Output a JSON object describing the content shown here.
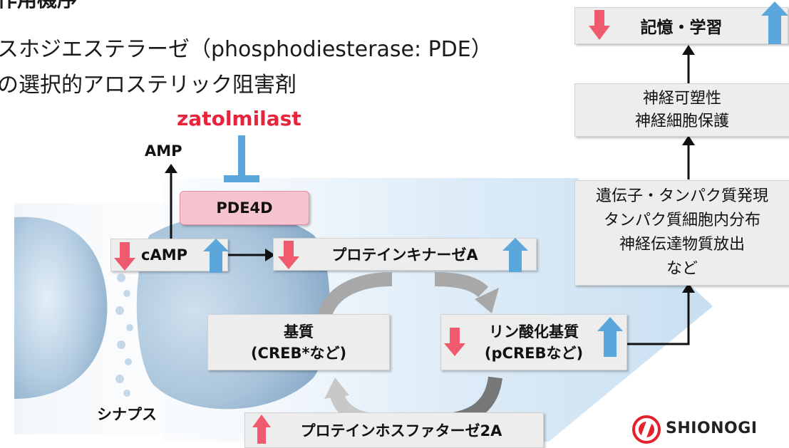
{
  "header": {
    "top_fragment": "作用機序",
    "title_line1": "スホジエステラーゼ（phosphodiesterase: PDE）",
    "title_line2": "の選択的アロステリック阻害剤"
  },
  "drug_name": "zatolmilast",
  "nodes": {
    "amp": "AMP",
    "pde4d": "PDE4D",
    "camp": "cAMP",
    "pka": "プロテインキナーゼA",
    "substrate_line1": "基質",
    "substrate_line2": "(CREB*など)",
    "phospho_line1": "リン酸化基質",
    "phospho_line2": "(pCREBなど)",
    "pp2a": "プロテインホスファターゼ2A",
    "expression_lines": [
      "遺伝子・タンパク質発現",
      "タンパク質細胞内分布",
      "神経伝達物質放出",
      "など"
    ],
    "plasticity_line1": "神経可塑性",
    "plasticity_line2": "神経細胞保護",
    "memory": "記憶・学習",
    "synapse": "シナプス"
  },
  "logo": {
    "text": "SHIONOGI"
  },
  "colors": {
    "down_arrow": "#ef5a6e",
    "up_arrow": "#5ba7dc",
    "drug_text": "#e8243d",
    "inhibitor": "#5ba7dc",
    "pde_box_bg": "#f6c4cf",
    "pde_box_border": "#e58fa0",
    "box_bg": "#ededed",
    "logo_red": "#e5222b"
  }
}
